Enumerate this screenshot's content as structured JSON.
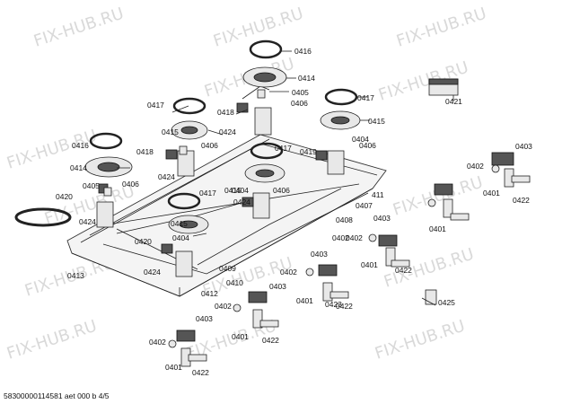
{
  "watermark": "FIX-HUB.RU",
  "footer": "58300000114581 aet 000 b 4/5",
  "labels": [
    "0416",
    "0414",
    "0405",
    "0417",
    "0418",
    "0406",
    "0417",
    "0415",
    "0424",
    "0404",
    "0406",
    "0416",
    "0415",
    "0406",
    "0418",
    "0417",
    "0419",
    "0414",
    "0424",
    "0405",
    "0406",
    "0415",
    "0404",
    "0406",
    "0424",
    "0420",
    "0417",
    "0407",
    "411",
    "0424",
    "0408",
    "0415",
    "0404",
    "0420",
    "0402",
    "0424",
    "0409",
    "0412",
    "0413",
    "0410",
    "0403",
    "0402",
    "0401",
    "0422",
    "0403",
    "0402",
    "0401",
    "0422",
    "0401",
    "0423",
    "0403",
    "0402",
    "0401",
    "0422",
    "0403",
    "0402",
    "0401",
    "0422",
    "0421",
    "0403",
    "0402",
    "0401",
    "0422",
    "0425"
  ]
}
